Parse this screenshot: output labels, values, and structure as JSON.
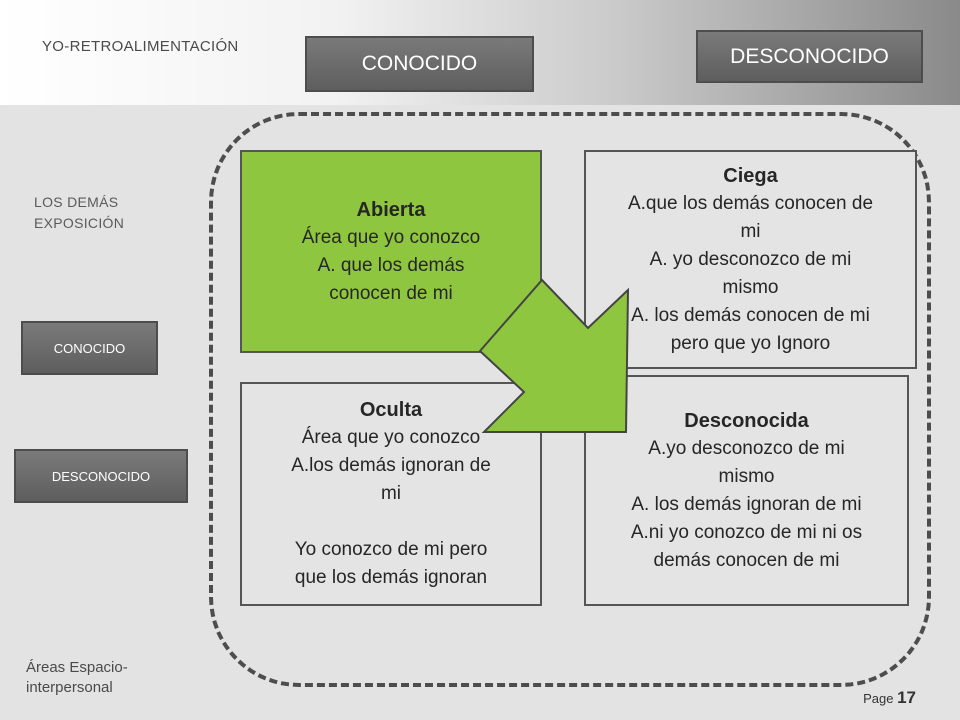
{
  "header": {
    "self_feedback": "YO-RETROALIMENTACIÓN",
    "known": "CONOCIDO",
    "unknown": "DESCONOCIDO"
  },
  "side": {
    "others_exposure_line1": "LOS DEMÁS",
    "others_exposure_line2": "EXPOSICIÓN",
    "known": "CONOCIDO",
    "unknown": "DESCONOCIDO"
  },
  "quadrants": {
    "open": {
      "title": "Abierta",
      "lines": [
        "Área que yo conozco",
        "A. que los demás",
        "conocen de mi"
      ]
    },
    "blind": {
      "title": "Ciega",
      "lines": [
        "A.que los demás conocen de",
        "mi",
        "A. yo desconozco de mi",
        "mismo",
        "A. los demás conocen de mi",
        "pero que yo Ignoro"
      ]
    },
    "hidden": {
      "title": "Oculta",
      "lines": [
        "Área que yo conozco",
        "A.los demás ignoran de",
        "mi",
        "Yo conozco de mi pero",
        "que los demás ignoran"
      ]
    },
    "unknown": {
      "title": "Desconocida",
      "lines": [
        "A.yo desconozco de mi",
        "mismo",
        "A. los demás ignoran de mi",
        "A.ni yo conozco de mi ni os",
        "demás conocen de mi"
      ]
    }
  },
  "footer": {
    "label_line1": "Áreas Espacio-",
    "label_line2": "interpersonal",
    "page_prefix": "Page",
    "page_number": "17"
  },
  "colors": {
    "open_fill": "#8ec63f",
    "arrow_fill": "#8ec63f",
    "button_gray": "#666666"
  }
}
